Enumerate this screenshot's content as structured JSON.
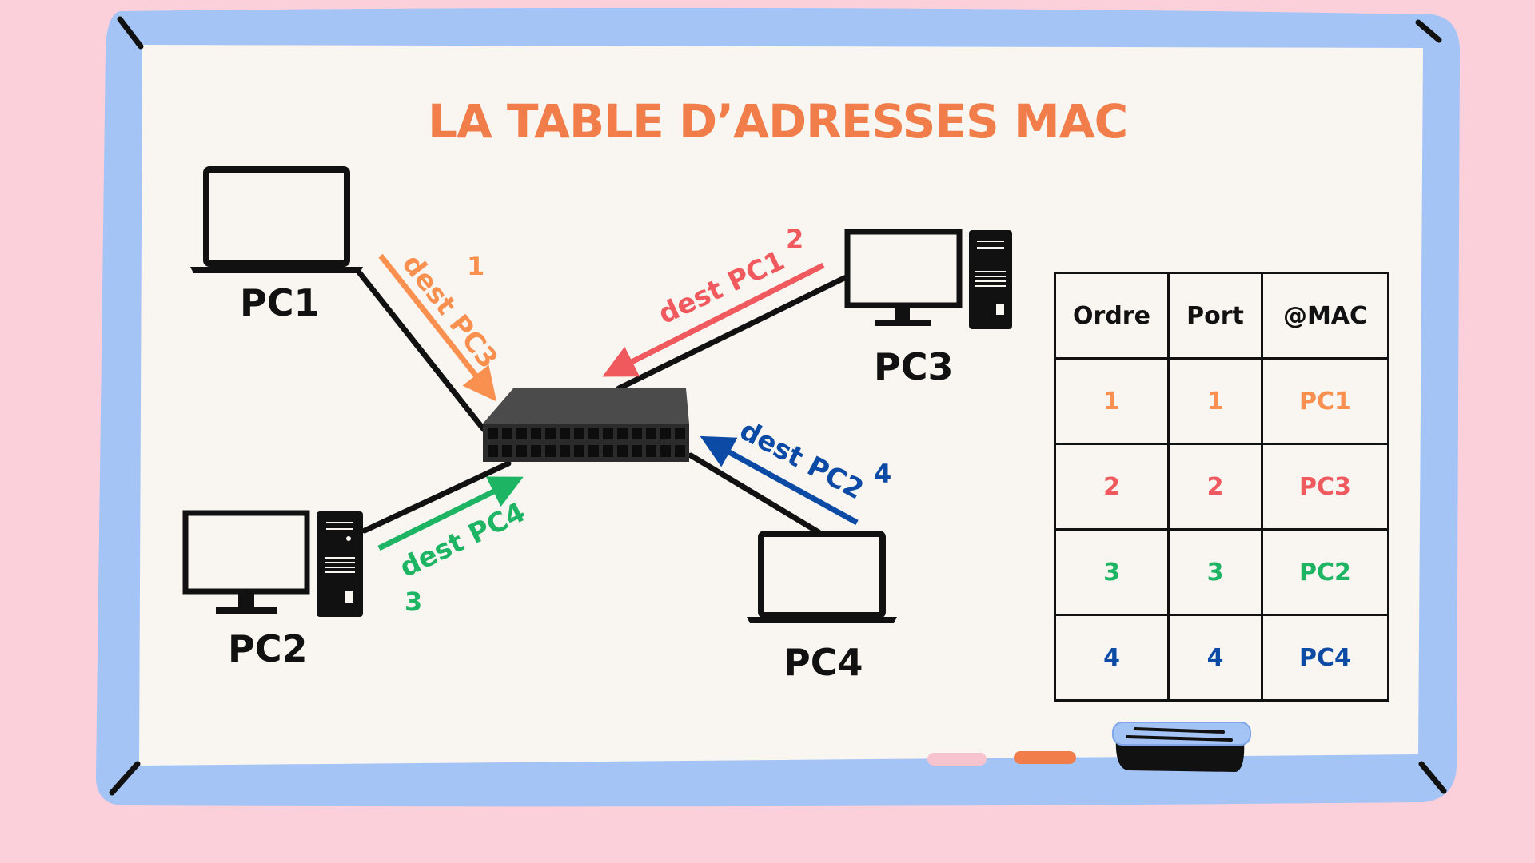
{
  "title": "LA TABLE D’ADRESSES MAC",
  "devices": {
    "pc1": "PC1",
    "pc2": "PC2",
    "pc3": "PC3",
    "pc4": "PC4"
  },
  "frames": [
    {
      "label": "dest PC3",
      "order": "1",
      "color": "#f99050"
    },
    {
      "label": "dest PC1",
      "order": "2",
      "color": "#f05a5f"
    },
    {
      "label": "dest PC4",
      "order": "3",
      "color": "#1db564"
    },
    {
      "label": "dest PC2",
      "order": "4",
      "color": "#0b4aa5"
    }
  ],
  "table": {
    "headers": [
      "Ordre",
      "Port",
      "@MAC"
    ],
    "rows": [
      {
        "order": "1",
        "port": "1",
        "mac": "PC1",
        "color": "#f99050"
      },
      {
        "order": "2",
        "port": "2",
        "mac": "PC3",
        "color": "#f05a5f"
      },
      {
        "order": "3",
        "port": "3",
        "mac": "PC2",
        "color": "#1db564"
      },
      {
        "order": "4",
        "port": "4",
        "mac": "PC4",
        "color": "#0b4aa5"
      }
    ]
  },
  "colors": {
    "background": "#fbd0db",
    "frame": "#a4c4f6",
    "board": "#f9f6f1",
    "title": "#f17e4a"
  }
}
